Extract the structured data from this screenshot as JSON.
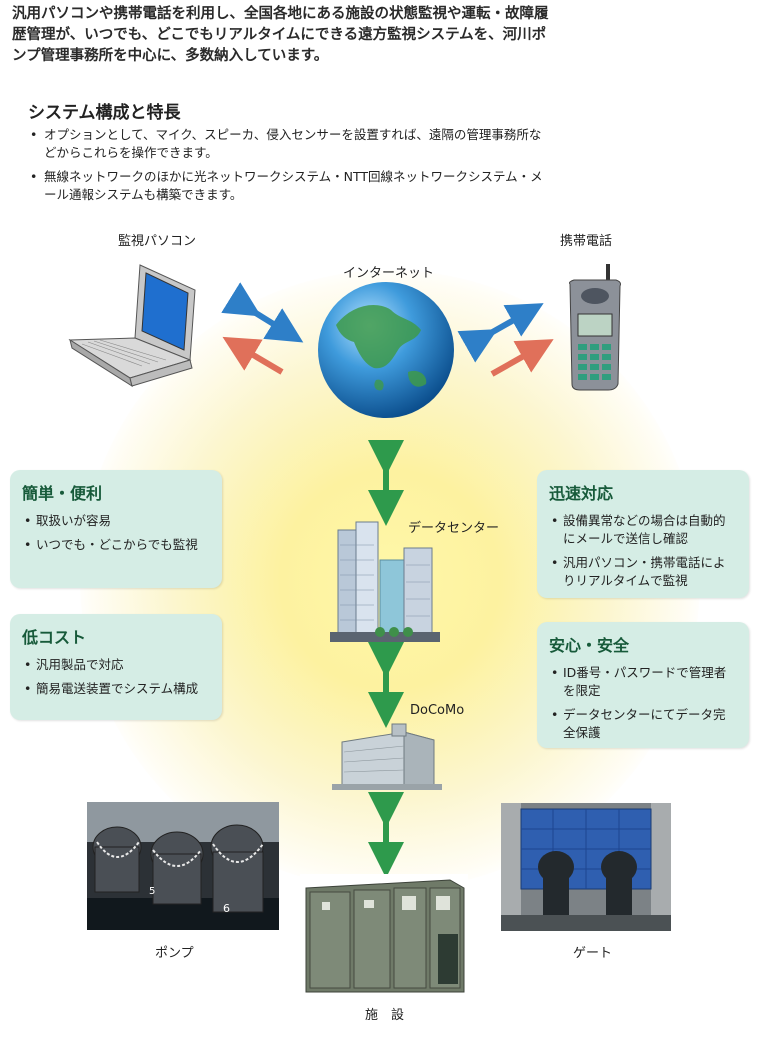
{
  "intro": "汎用パソコンや携帯電話を利用し、全国各地にある施設の状態監視や運転・故障履歴管理が、いつでも、どこでもリアルタイムにできる遠方監視システムを、河川ポンプ管理事務所を中心に、多数納入しています。",
  "section": {
    "title": "システム構成と特長",
    "bullets": [
      "オプションとして、マイク、スピーカ、侵入センサーを設置すれば、遠隔の管理事務所などからこれらを操作できます。",
      "無線ネットワークのほかに光ネットワークシステム・NTT回線ネットワークシステム・メール通報システムも構築できます。"
    ]
  },
  "diagram": {
    "pc_label": "監視パソコン",
    "internet_label": "インターネット",
    "phone_label": "携帯電話",
    "datacenter_label": "データセンター",
    "docomo_label": "DoCoMo",
    "pump_label": "ポンプ",
    "facility_label": "施　設",
    "gate_label": "ゲート",
    "pump_numbers": [
      "5",
      "6"
    ]
  },
  "features": {
    "easy": {
      "title": "簡単・便利",
      "items": [
        "取扱いが容易",
        "いつでも・どこからでも監視"
      ]
    },
    "lowcost": {
      "title": "低コスト",
      "items": [
        "汎用製品で対応",
        "簡易電送装置でシステム構成"
      ]
    },
    "quick": {
      "title": "迅速対応",
      "items": [
        "設備異常などの場合は自動的にメールで送信し確認",
        "汎用パソコン・携帯電話によりリアルタイムで監視"
      ]
    },
    "safe": {
      "title": "安心・安全",
      "items": [
        "ID番号・パスワードで管理者を限定",
        "データセンターにてデータ完全保護"
      ]
    }
  },
  "colors": {
    "card_bg": "#d5ede5",
    "card_title": "#175a3a",
    "arrow_blue": "#2e7fc8",
    "arrow_red": "#e0705a",
    "arrow_green": "#2e9a4c"
  }
}
